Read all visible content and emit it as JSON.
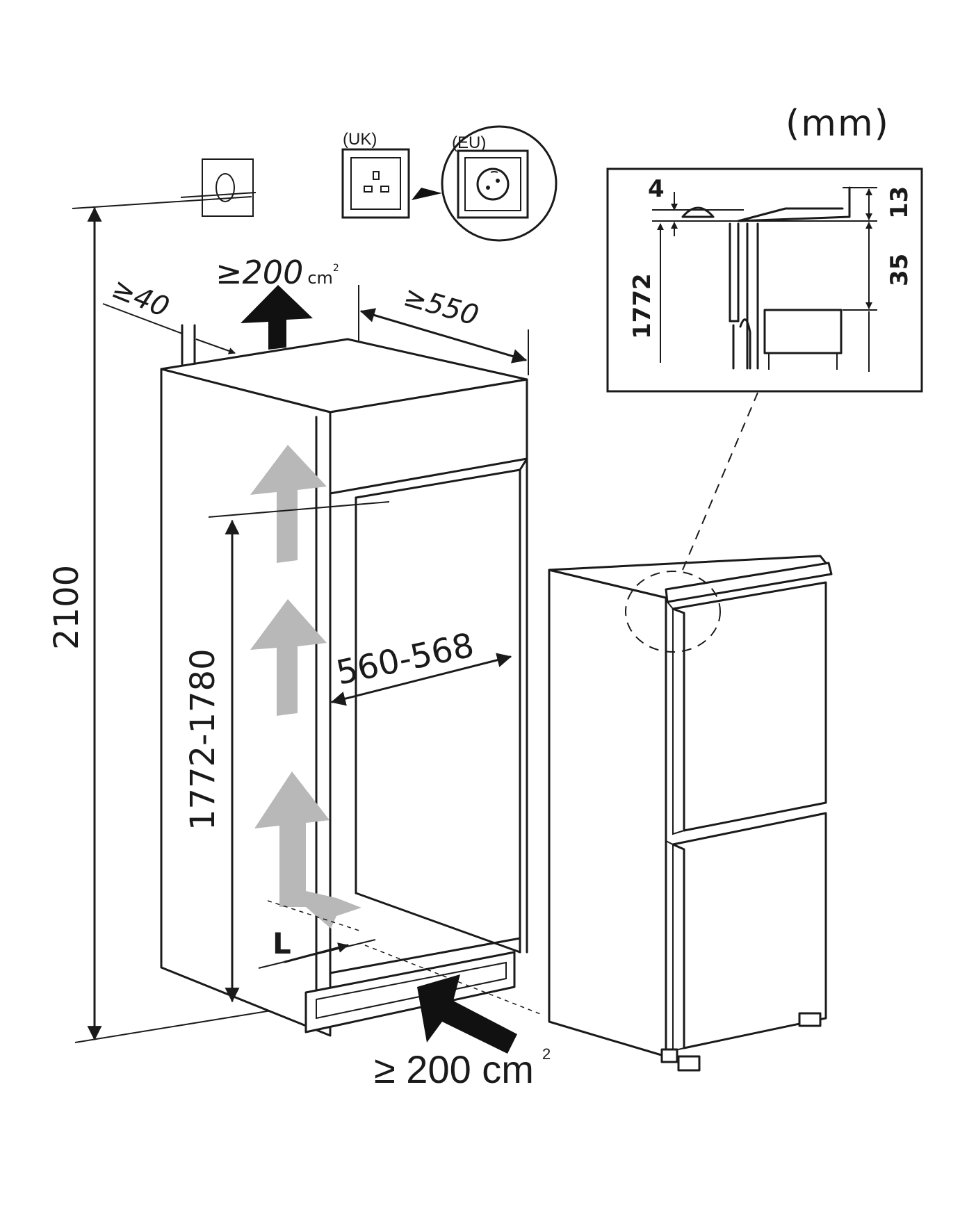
{
  "unit_label": "(mm)",
  "sockets": {
    "uk_label": "(UK)",
    "eu_label": "(EU)"
  },
  "dimensions": {
    "total_height": "2100",
    "niche_height": "1772-1780",
    "niche_width": "560-568",
    "depth": "≥550",
    "rear_gap": "≥40",
    "top_vent": "≥200",
    "top_vent_unit": "cm",
    "top_vent_exp": "2",
    "bottom_vent": "≥ 200 cm",
    "bottom_vent_exp": "2",
    "plinth_gap": "L"
  },
  "detail": {
    "top_gap": "4",
    "top_offset": "13",
    "mid_offset": "35",
    "appliance_height": "1772"
  }
}
